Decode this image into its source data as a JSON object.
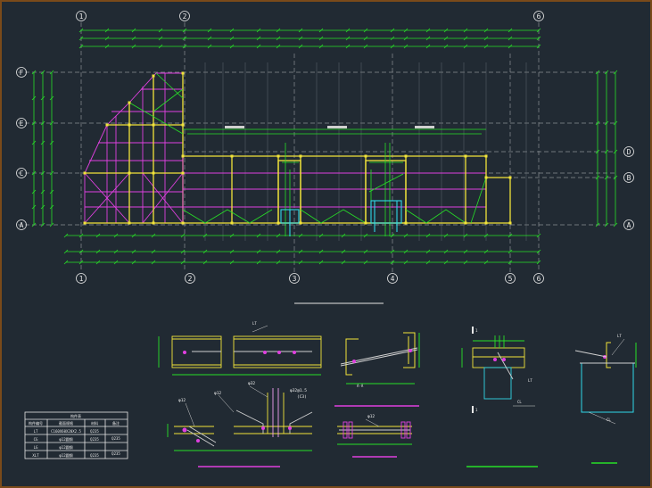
{
  "drawing": {
    "axes_top": [
      "1",
      "2",
      "6"
    ],
    "axes_bottom": [
      "1",
      "2",
      "3",
      "4",
      "5",
      "6"
    ],
    "axes_left": [
      "F",
      "E",
      "C",
      "A"
    ],
    "axes_right": [
      "D",
      "B",
      "A"
    ]
  },
  "details": {
    "detail1_tag": "LT",
    "detail2_tag": "A-A",
    "detail3_tag1": "LT",
    "detail3_tag2": "CL",
    "detail4_tag1": "LT",
    "detail4_tag2": "CL",
    "bottom1_tag1": "φ12",
    "bottom1_tag2": "φ12",
    "bottom1_tag3": "φ32",
    "bottom1_tag4": "φ32@1.5",
    "bottom1_tag5": "(C3)",
    "bottom2_tag": "φ12",
    "section_mark": "1"
  },
  "legend": {
    "title": "构件表",
    "headers": [
      "构件编号",
      "截面规格",
      "材料",
      "备注"
    ],
    "rows": [
      [
        "LT",
        "C160X60X20X2.5",
        "Q235",
        ""
      ],
      [
        "CG",
        "φ12圆钢",
        "Q235",
        ""
      ],
      [
        "LG",
        "φ12圆钢",
        "",
        ""
      ],
      [
        "XLT",
        "φ12圆钢",
        "Q235",
        ""
      ]
    ],
    "notes": [
      "Q235",
      "Q235"
    ]
  }
}
